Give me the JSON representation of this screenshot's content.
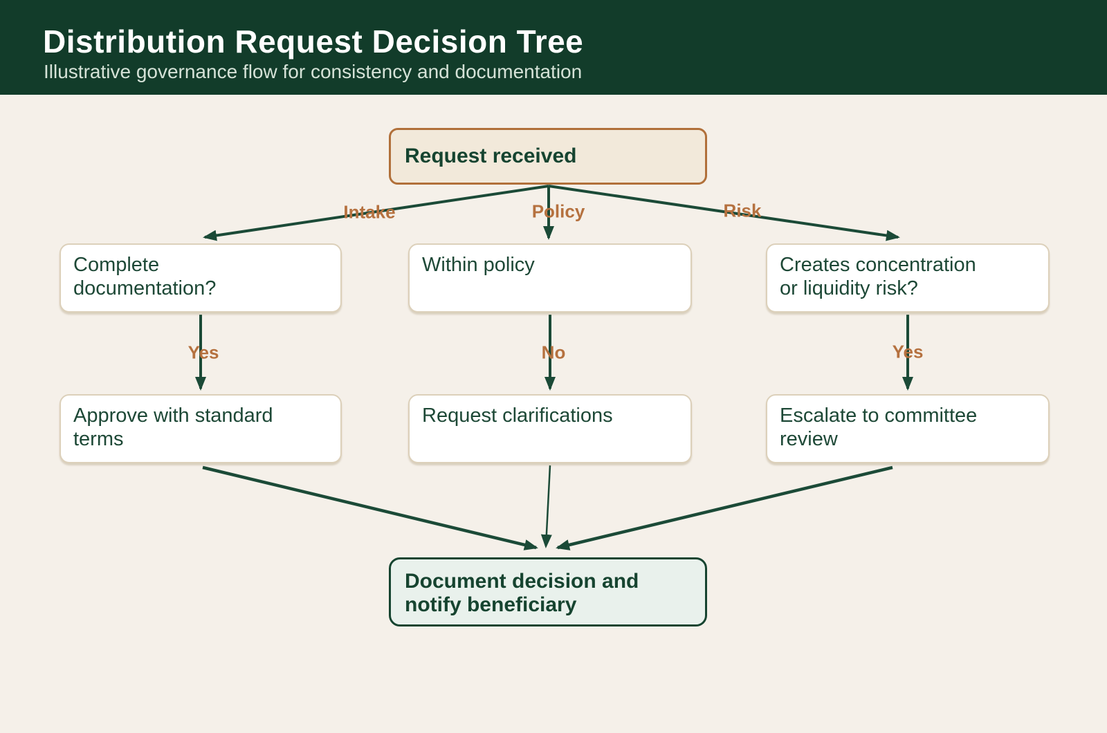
{
  "header": {
    "title": "Distribution Request Decision Tree",
    "subtitle": "Illustrative governance flow for consistency and documentation"
  },
  "diagram": {
    "nodes": {
      "root": {
        "label": "Request received",
        "lines": [
          "Request received"
        ]
      },
      "decision_intake": {
        "label": "Complete documentation?",
        "lines": [
          "Complete",
          "documentation?"
        ]
      },
      "decision_policy": {
        "label": "Within policy",
        "lines": [
          "Within policy"
        ]
      },
      "decision_risk": {
        "label": "Creates concentration or liquidity risk?",
        "lines": [
          "Creates concentration",
          "or liquidity risk?"
        ]
      },
      "outcome_intake": {
        "label": "Approve with standard terms",
        "lines": [
          "Approve with standard",
          "terms"
        ]
      },
      "outcome_policy": {
        "label": "Request clarifications",
        "lines": [
          "Request clarifications"
        ]
      },
      "outcome_risk": {
        "label": "Escalate to committee review",
        "lines": [
          "Escalate to committee",
          "review"
        ]
      },
      "final": {
        "label": "Document decision and notify beneficiary",
        "lines": [
          "Document decision and",
          "notify beneficiary"
        ]
      }
    },
    "edge_labels": {
      "branch_intake": "Intake",
      "branch_policy": "Policy",
      "branch_risk": "Risk",
      "intake_outcome": "Yes",
      "policy_outcome": "No",
      "risk_outcome": "Yes"
    }
  },
  "colors": {
    "header_bg": "#123C2A",
    "canvas_bg": "#F5F0E9",
    "title_text": "#FFFFFF",
    "subtitle_text": "#D5E2D7",
    "arrow": "#1B4A37",
    "edge_label_text": "#B5713F",
    "root_fill": "#F2E9DA",
    "root_border": "#B1703A",
    "node_fill": "#FFFFFF",
    "node_border": "#DCD0BA",
    "node_text": "#1D4836",
    "final_fill": "#E9F1EC",
    "final_border": "#164430"
  }
}
